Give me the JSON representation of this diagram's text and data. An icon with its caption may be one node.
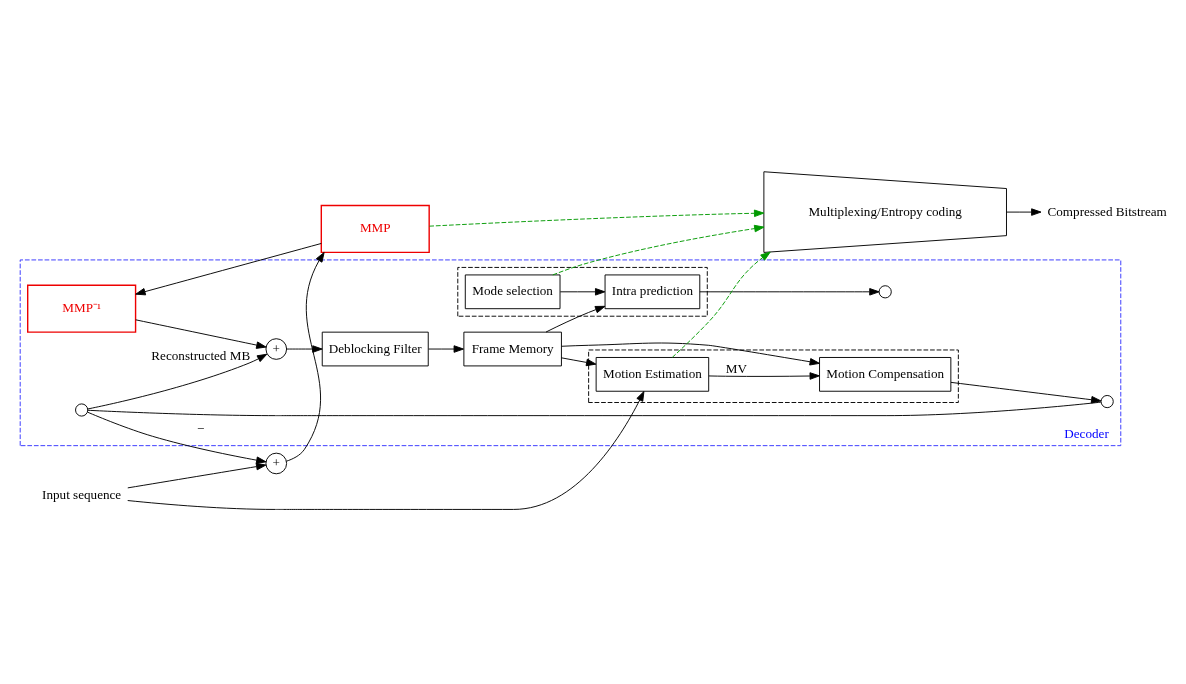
{
  "diagram": {
    "nodes": [
      {
        "text": [
          "Input sequence"
        ]
      },
      {
        "text": [
          "+"
        ]
      },
      {
        "text": [
          "MMP"
        ]
      },
      {
        "text": [
          "Decoder"
        ]
      },
      {
        "text": [
          "MMP⁻¹"
        ],
        "in": 3
      },
      {
        "text": [
          "+"
        ],
        "in": 3
      },
      {
        "text": [
          "Deblocking Filter"
        ],
        "in": 3
      },
      {
        "text": [
          "Frame Memory"
        ],
        "in": 3
      },
      {
        "text": [],
        "shape": "box",
        "in": 3
      },
      {
        "text": [
          "Mode selection"
        ],
        "in": 8
      },
      {
        "text": [
          "Intra prediction"
        ],
        "in": 8
      },
      {
        "text": [],
        "shape": "box",
        "in": 3
      },
      {
        "text": [
          "Motion Compensation"
        ],
        "in": 11
      },
      {
        "text": [
          "Motion Estimation"
        ],
        "in": 11
      },
      {
        "text": [],
        "shape": "circle",
        "in": 3
      },
      {
        "text": [],
        "shape": "circle",
        "in": 3
      },
      {
        "text": [],
        "shape": "circle",
        "in": 3
      },
      {
        "text": [
          "Multiplexing/Entropy coding"
        ]
      },
      {
        "text": [
          "Compressed Bitstream"
        ]
      }
    ],
    "edges": [
      {
        "from": 0,
        "to": 1,
        "arrow": "to"
      },
      {
        "from": 0,
        "to": 13,
        "arrow": "to"
      },
      {
        "from": 1,
        "to": 2,
        "arrow": "to"
      },
      {
        "from": 2,
        "to": 4,
        "arrow": "to"
      },
      {
        "from": 2,
        "to": 17,
        "arrow": "to",
        "style": "dashed",
        "color": "#009900"
      },
      {
        "from": 4,
        "to": 5,
        "arrow": "to"
      },
      {
        "from": 16,
        "to": 1,
        "label": "−",
        "arrow": "to"
      },
      {
        "from": 16,
        "to": 5,
        "label": "Reconstructed MB",
        "arrow": "to"
      },
      {
        "from": 5,
        "to": 6,
        "arrow": "to"
      },
      {
        "from": 6,
        "to": 7,
        "arrow": "to"
      },
      {
        "from": 7,
        "to": 10,
        "arrow": "to"
      },
      {
        "from": 7,
        "to": 12,
        "arrow": "to"
      },
      {
        "from": 7,
        "to": 13,
        "arrow": "to"
      },
      {
        "from": 9,
        "to": 10,
        "arrow": "to"
      },
      {
        "from": 9,
        "to": 17,
        "arrow": "to",
        "style": "dashed",
        "color": "#009900"
      },
      {
        "from": 13,
        "to": 12,
        "label": "MV",
        "arrow": "to"
      },
      {
        "from": 13,
        "to": 17,
        "arrow": "to",
        "style": "dashed",
        "color": "#009900"
      },
      {
        "from": 10,
        "to": 14,
        "arrow": "to"
      },
      {
        "from": 12,
        "to": 15,
        "arrow": "to"
      },
      {
        "from": 16,
        "to": 15,
        "arrow": "none"
      },
      {
        "from": 17,
        "to": 18,
        "arrow": "to"
      }
    ]
  }
}
